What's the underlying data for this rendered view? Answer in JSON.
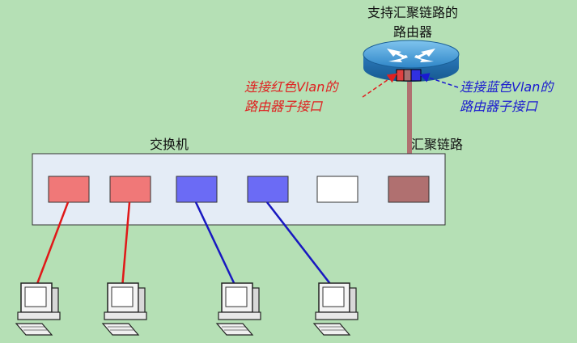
{
  "router": {
    "title_line1": "支持汇聚链路的",
    "title_line2": "路由器"
  },
  "annotations": {
    "red_line1": "连接红色Vlan的",
    "red_line2": "路由器子接口",
    "blue_line1": "连接蓝色Vlan的",
    "blue_line2": "路由器子接口"
  },
  "switch": {
    "label": "交换机",
    "ports": [
      "red",
      "red",
      "blue",
      "blue",
      "empty",
      "trunk"
    ]
  },
  "trunk": {
    "label": "汇聚链路"
  },
  "computers": [
    {
      "vlan": "red"
    },
    {
      "vlan": "red"
    },
    {
      "vlan": "blue"
    },
    {
      "vlan": "blue"
    }
  ],
  "colors": {
    "background": "#b5e0b5",
    "red_vlan": "#f07878",
    "blue_vlan": "#6b6bf5",
    "trunk": "#b07070",
    "red_link": "#e01818",
    "blue_link": "#1818c0",
    "router_blue": "#2f86c8"
  }
}
